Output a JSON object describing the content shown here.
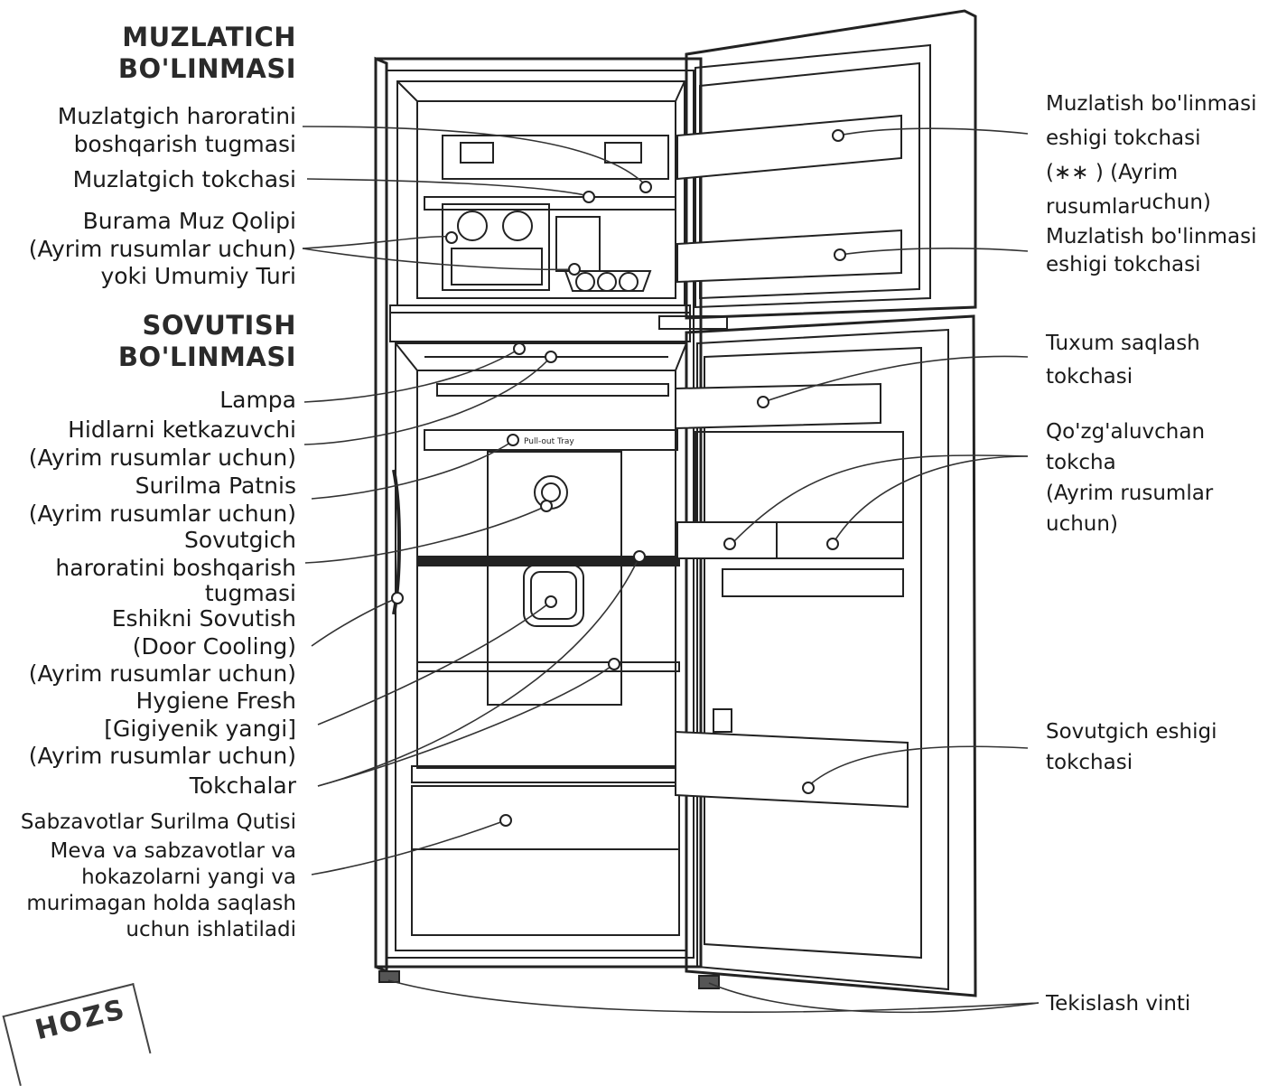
{
  "left_labels": {
    "freezer_header": [
      "MUZLATICH",
      "BO'LINMASI"
    ],
    "freezer_temp_control": [
      "Muzlatgich haroratini",
      "boshqarish tugmasi"
    ],
    "freezer_shelf": "Muzlatgich tokchasi",
    "twist_ice_tray": [
      "Burama Muz Qolipi",
      "(Ayrim rusumlar uchun)",
      "yoki Umumiy Turi"
    ],
    "fridge_header": [
      "SOVUTISH",
      "BO'LINMASI"
    ],
    "lamp": "Lampa",
    "deodorizer": [
      "Hidlarni ketkazuvchi",
      "(Ayrim rusumlar uchun)"
    ],
    "pullout_tray": [
      "Surilma Patnis",
      "(Ayrim rusumlar uchun)"
    ],
    "fridge_temp_control": [
      "Sovutgich",
      "haroratini boshqarish",
      "tugmasi"
    ],
    "door_cooling": [
      "Eshikni Sovutish",
      "(Door Cooling)",
      "(Ayrim rusumlar uchun)"
    ],
    "hygiene_fresh": [
      "Hygiene Fresh",
      "[Gigiyenik yangi]",
      "(Ayrim rusumlar uchun)"
    ],
    "shelves": "Tokchalar",
    "vegetable_drawer": "Sabzavotlar Surilma Qutisi",
    "vegetable_drawer_desc": [
      "Meva va sabzavotlar va",
      "hokazolarni yangi va",
      "murimagan holda saqlash",
      "uchun ishlatiladi"
    ]
  },
  "right_labels": {
    "freezer_door_shelf_star": [
      "Muzlatish bo'linmasi",
      "eshigi tokchasi",
      "(∗∗ ) (Ayrim",
      "rusumlar",
      "uchun)"
    ],
    "freezer_door_shelf": [
      "Muzlatish bo'linmasi",
      "eshigi tokchasi"
    ],
    "egg_tray": [
      "Tuxum saqlash",
      "tokchasi"
    ],
    "movable_shelf": [
      "Qo'zg'aluvchan",
      "tokcha",
      "(Ayrim rusumlar",
      "uchun)"
    ],
    "fridge_door_shelf": [
      "Sovutgich eshigi",
      "tokchasi"
    ],
    "leveling_screw": "Tekislash vinti"
  },
  "tray_text": "Pull-out Tray",
  "stamp_text": "HOZS"
}
